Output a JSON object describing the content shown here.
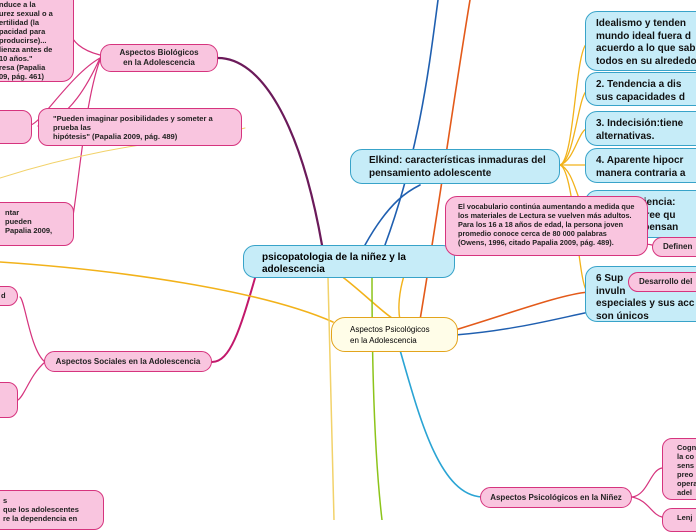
{
  "center": {
    "title": "psicopatologia de la niñez y la adolescencia"
  },
  "elkind": {
    "title": "Elkind: características inmaduras del pensamiento adolescente"
  },
  "elkind_items": [
    "Idealismo y tenden\nmundo ideal fuera d\nacuerdo a lo que sab\ntodos en su alrededo",
    "2. Tendencia a dis\nsus capacidades d",
    "3. Indecisión:tiene\nalternativas.",
    "4. Aparente hipocr\nmanera contraria a",
    "onciencia:\nia, cree qu\no y pensan",
    "6 Sup\ninvuln\nespeciales y sus acc\nson únicos"
  ],
  "vocab_note": "El vocabulario continúa aumentando a medida que los materiales de Lectura se vuelven más adultos. Para los 16 a 18 años de edad, la persona joven promedio conoce cerca de 80 000 palabras (Owens, 1996, citado Papalia 2009, pág. 489).",
  "labels": {
    "bio_adol": "Aspectos Biológicos\nen la Adolescencia",
    "social_adol": "Aspectos Sociales en la Adolescencia",
    "psico_adol": "Aspectos Psicológicos\nen la Adolescencia",
    "psico_nino": "Aspectos Psicológicos en la Niñez",
    "definen": "Definen",
    "desarrollo": "Desarrollo del"
  },
  "notes": {
    "top_left": "cido que\nnduce a la\nurez sexual o a\nertilidad (la\npacidad para\nproducirse)...\nlienza antes de\n10 años.\"\nresa (Papalia\n09, pág. 461)",
    "hipotesis": "\"Pueden imaginar posibilidades y someter a\nprueba las\nhipótesis\"  (Papalia 2009, pág. 489)",
    "left_mid": "ntar\npueden\nPapalia 2009,",
    "bottom_left": "s\nque los adolescentes\nre la dependencia en",
    "right_cog": "Cogn\nla co\nsens\npreo\nopera\nadel",
    "right_len": "Lenj",
    "left_d": "d"
  },
  "colors": {
    "bio_branch": "#6b1a5a",
    "social_branch": "#c2186b",
    "psico_branch": "#f2b21a",
    "elkind_branch": "#1f5fb0",
    "vocab_branch": "#e35a1a",
    "nino_branch": "#2aa4d4",
    "green_branch": "#8cc41a"
  }
}
